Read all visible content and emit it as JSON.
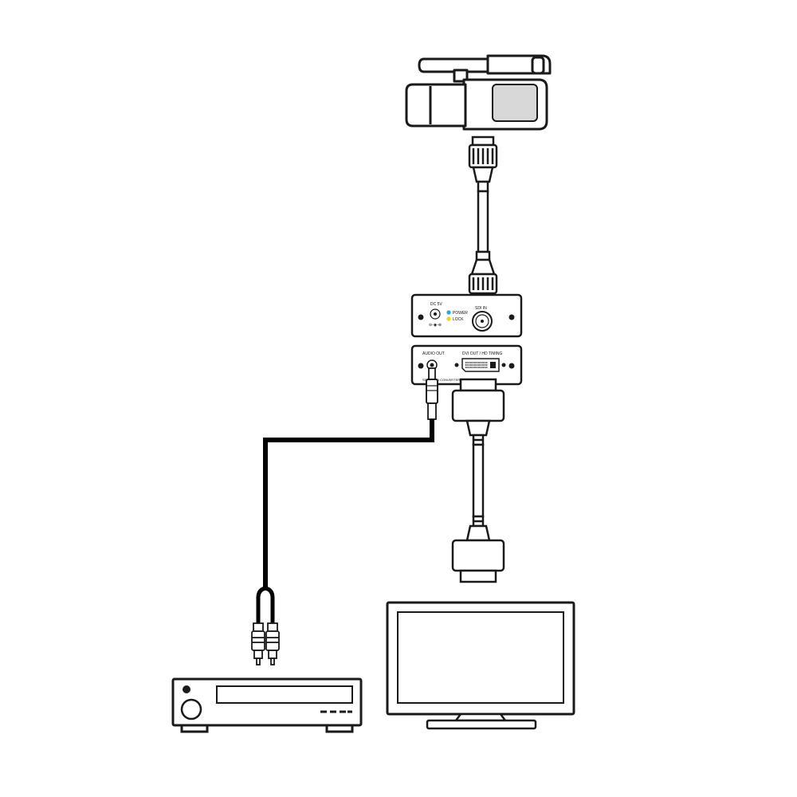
{
  "converter": {
    "front_panel": {
      "dc_label": "DC 5V",
      "dc_polarity": "⊖-◉-⊕",
      "power_label": "POWER",
      "lock_label": "LOCK",
      "sdi_in_label": "SDI IN"
    },
    "rear_panel": {
      "audio_out_label": "AUDIO OUT",
      "dvi_out_label": "DVI OUT / HD TIMING",
      "model_label": "SDI TO DVI CONVERTER"
    }
  },
  "colors": {
    "line": "#1a1a1a",
    "cable": "#000000",
    "fill_light": "#ffffff",
    "fill_grey": "#d8d8d8",
    "power_led": "#2aa6e0",
    "lock_led": "#f2d21b"
  }
}
